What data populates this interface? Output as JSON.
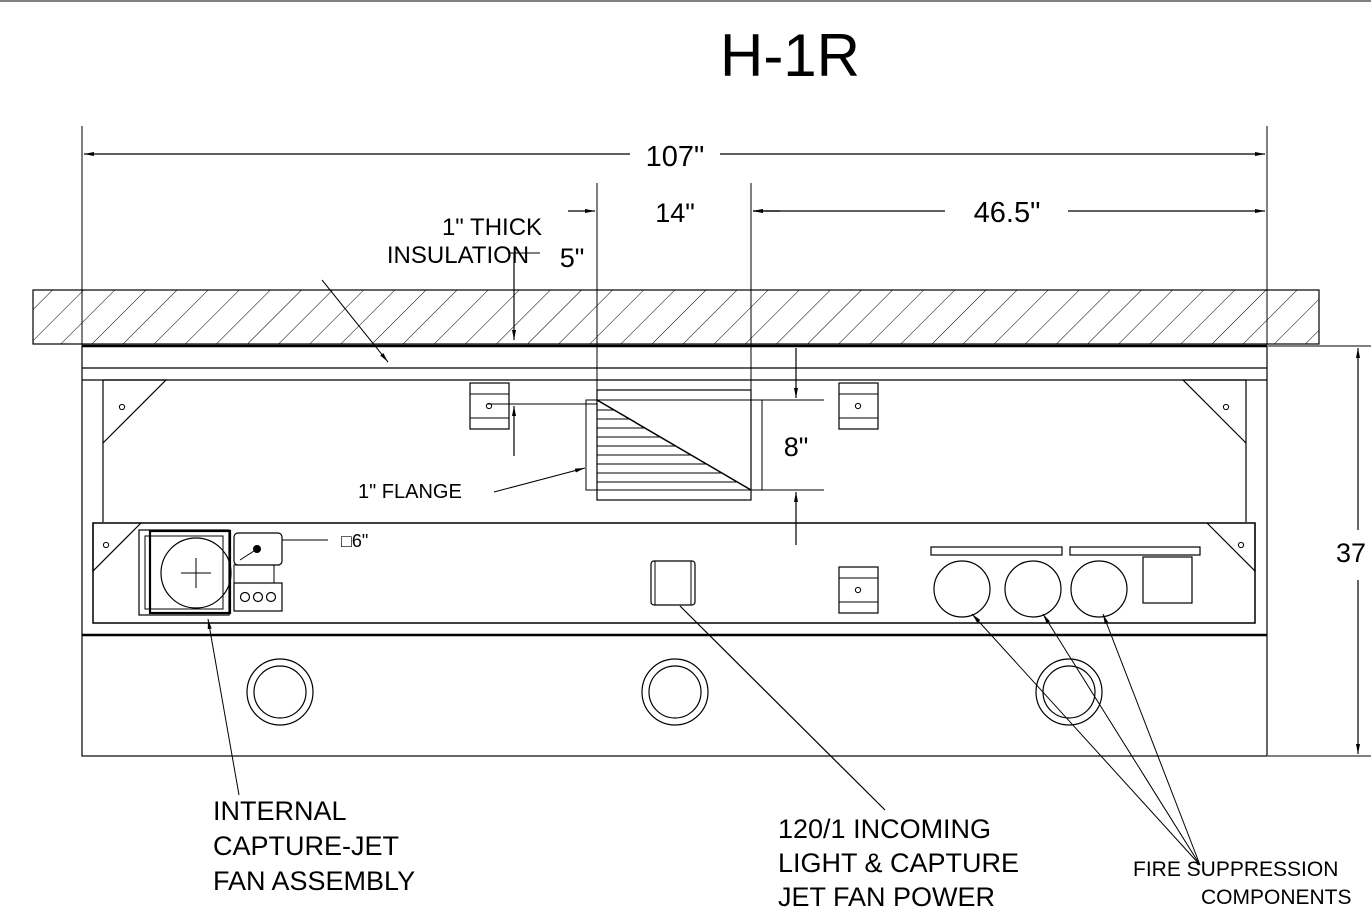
{
  "title": "H-1R",
  "dimensions": {
    "overall_width": "107\"",
    "center_width": "14\"",
    "right_width": "46.5\"",
    "insulation_depth": "5\"",
    "filter_height": "8\"",
    "overall_height": "37",
    "fan_size": "□6\""
  },
  "labels": {
    "insulation": [
      "1\" THICK",
      "INSULATION"
    ],
    "flange": "1\" FLANGE",
    "fan_assembly": [
      "INTERNAL",
      "CAPTURE-JET",
      "FAN ASSEMBLY"
    ],
    "power": [
      "120/1 INCOMING",
      "LIGHT & CAPTURE",
      "JET FAN POWER"
    ],
    "fire": [
      "FIRE SUPPRESSION",
      "COMPONENTS"
    ]
  }
}
